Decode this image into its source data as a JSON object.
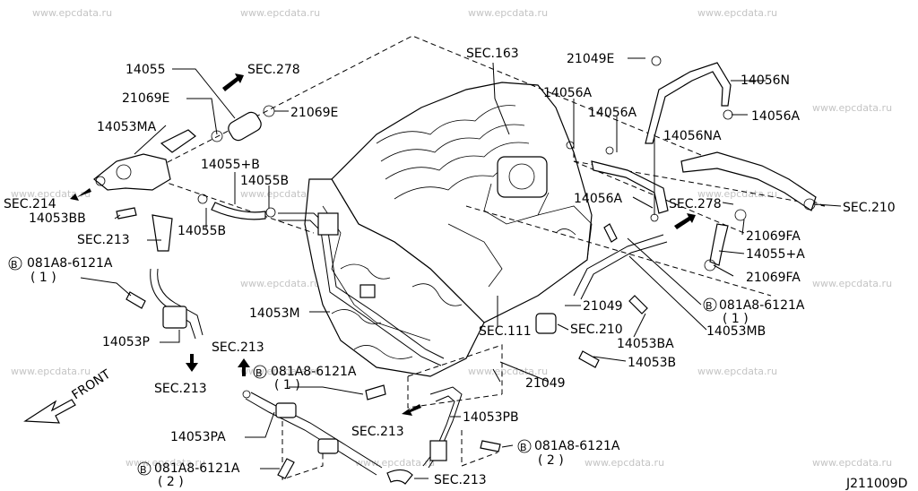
{
  "watermark": "www.epcdata.ru",
  "diagram_code": "J211009D",
  "front_label": "FRONT",
  "callouts": {
    "p14055": "14055",
    "sec278_top": "SEC.278",
    "p21069e_left": "21069E",
    "p21069e_right": "21069E",
    "p14053ma": "14053MA",
    "p14055b_plus": "14055+B",
    "p14055b_top": "14055B",
    "p14055b_bottom": "14055B",
    "sec214": "SEC.214",
    "p14053bb": "14053BB",
    "sec213_left": "SEC.213",
    "bolt_left": "081A8-6121A",
    "bolt_left_qty": "( 1 )",
    "p14053p": "14053P",
    "sec213_low_left": "SEC.213",
    "sec213_low_mid": "SEC.213",
    "bolt_center": "081A8-6121A",
    "bolt_center_qty": "( 1 )",
    "p14053pa": "14053PA",
    "bolt_bottom": "081A8-6121A",
    "bolt_bottom_qty": "( 2 )",
    "sec213_bottom": "SEC.213",
    "sec213_center": "SEC.213",
    "p14053pb": "14053PB",
    "bolt_br": "081A8-6121A",
    "bolt_br_qty": "( 2 )",
    "p21049_low": "21049",
    "p14053m": "14053M",
    "sec111": "SEC.111",
    "p21049_mid": "21049",
    "sec210_mid": "SEC.210",
    "p14053ba": "14053BA",
    "p14053b": "14053B",
    "p14053mb": "14053MB",
    "bolt_right": "081A8-6121A",
    "bolt_right_qty": "( 1 )",
    "sec163": "SEC.163",
    "p21049e": "21049E",
    "p14056n": "14056N",
    "p14056a_top": "14056A",
    "p14056a_right": "14056A",
    "p14056a_mid": "14056A",
    "p14056na": "14056NA",
    "p14056a_low": "14056A",
    "sec278_right": "SEC.278",
    "sec210_right": "SEC.210",
    "p21069fa_top": "21069FA",
    "p14055a": "14055+A",
    "p21069fa_bottom": "21069FA"
  },
  "bolt_symbol": "B"
}
